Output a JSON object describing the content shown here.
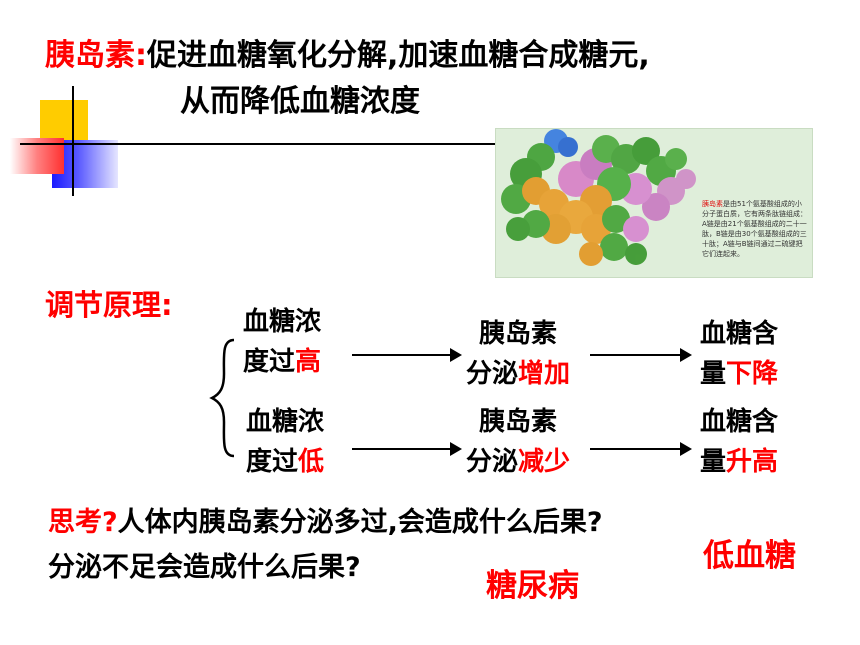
{
  "header": {
    "label": "胰岛素:",
    "line1": "促进血糖氧化分解,加速血糖合成糖元,",
    "line2": "从而降低血糖浓度"
  },
  "image": {
    "caption_highlight": "胰岛素",
    "caption_rest": "是由51个氨基酸组成的小分子蛋白质，它有两条肽链组成：A链是由21个氨基酸组成的二十一肽，B链是由30个氨基酸组成的三十肽；A链与B链间通过二硫键把它们连起来。"
  },
  "principle": {
    "label": "调节原理:"
  },
  "rows": [
    {
      "cond_line1": "血糖浓",
      "cond_line2_prefix": "度过",
      "cond_line2_key": "高",
      "effect_line1": "胰岛素",
      "effect_line2_prefix": "分泌",
      "effect_line2_key": "增加",
      "result_line1": "血糖含",
      "result_line2_prefix": "量",
      "result_line2_key": "下降"
    },
    {
      "cond_line1": "血糖浓",
      "cond_line2_prefix": "度过",
      "cond_line2_key": "低",
      "effect_line1": "胰岛素",
      "effect_line2_prefix": "分泌",
      "effect_line2_key": "减少",
      "result_line1": "血糖含",
      "result_line2_prefix": "量",
      "result_line2_key": "升高"
    }
  ],
  "thinking": {
    "label": "思考?",
    "question1": "人体内胰岛素分泌多过,会造成什么后果?",
    "question2": "分泌不足会造成什么后果?",
    "answer1": "低血糖",
    "answer2": "糖尿病"
  },
  "colors": {
    "accent_red": "#ff0000",
    "yellow": "#ffcc00",
    "blue": "#1a1aff",
    "pink": "#ff6b6b"
  }
}
